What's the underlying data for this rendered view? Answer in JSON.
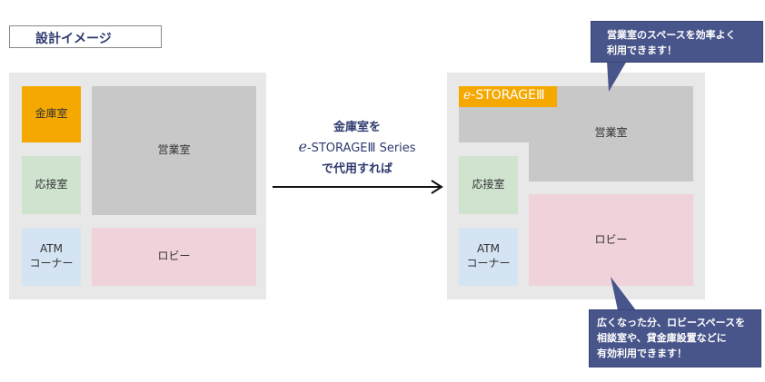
{
  "title": "設計イメージ",
  "left": {
    "vault": "金庫室",
    "sales": "営業室",
    "reception": "応接室",
    "atm": "ATM\nコーナー",
    "lobby": "ロビー"
  },
  "middle": {
    "line1": "金庫室を",
    "brand_e": "e",
    "brand_rest": "-STORAGEⅢ Series",
    "line3": "で代用すれば"
  },
  "right": {
    "badge_e": "e",
    "badge_rest": "-STORAGEⅢ",
    "sales": "営業室",
    "reception": "応接室",
    "atm": "ATM\nコーナー",
    "lobby": "ロビー"
  },
  "callouts": {
    "top": "営業室のスペースを効率よく\n利用できます！",
    "bottom": "広くなった分、ロビースペースを\n相談室や、貸金庫設置などに\n有効利用できます！"
  },
  "colors": {
    "vault": "#f5a800",
    "sales": "#c8c8c8",
    "reception": "#cfe3cf",
    "atm": "#d5e4f3",
    "lobby": "#efd2da",
    "callout": "#48558a"
  }
}
